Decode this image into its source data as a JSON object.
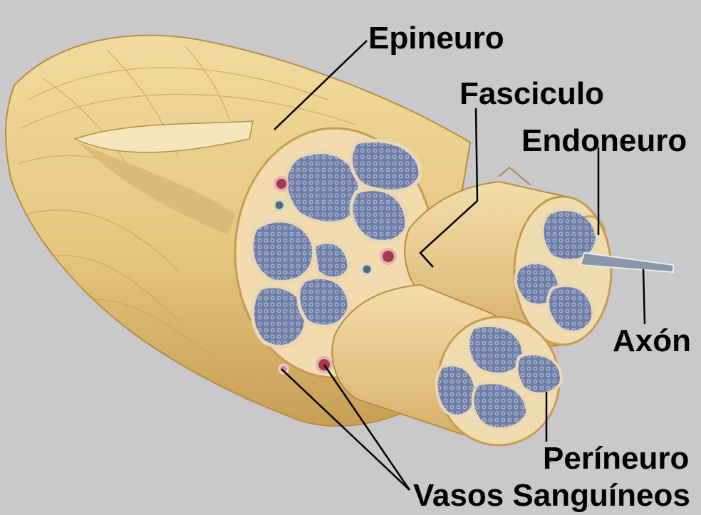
{
  "labels": {
    "epineuro": "Epineuro",
    "fasciculo": "Fasciculo",
    "endoneuro": "Endoneuro",
    "axon": "Axón",
    "perineuro": "Períneuro",
    "vasos": "Vasos Sanguíneos"
  },
  "colors": {
    "background": "#c9c9cb",
    "epineurium": "#e8cf8a",
    "epineurium_shadow": "#c9a45a",
    "cut_face": "#f2dcae",
    "fascicle_fill": "#6f7ea6",
    "fascicle_dots": "#a9b4cf",
    "vessel": "#a23a4a",
    "leader_line": "#000000"
  }
}
